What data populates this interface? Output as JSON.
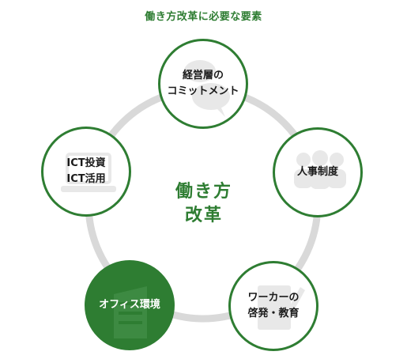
{
  "title": "働き方改革に必要な要素",
  "center": {
    "line1": "働き方",
    "line2": "改革"
  },
  "nodes": [
    {
      "line1": "経営層の",
      "line2": "コミットメント",
      "icon": "speech-bubble-icon"
    },
    {
      "line1": "人事制度",
      "line2": "",
      "icon": "people-group-icon"
    },
    {
      "line1": "ワーカーの",
      "line2": "啓発・教育",
      "icon": "document-pen-icon"
    },
    {
      "line1": "オフィス環境",
      "line2": "",
      "icon": "office-building-icon"
    },
    {
      "line1": "ICT投資",
      "line2": "ICT活用",
      "icon": "laptop-icon"
    }
  ],
  "colors": {
    "accent": "#2e7d32",
    "ring": "#d9d9d9",
    "icon": "#e8e8e8",
    "text": "#1a1a1a"
  }
}
